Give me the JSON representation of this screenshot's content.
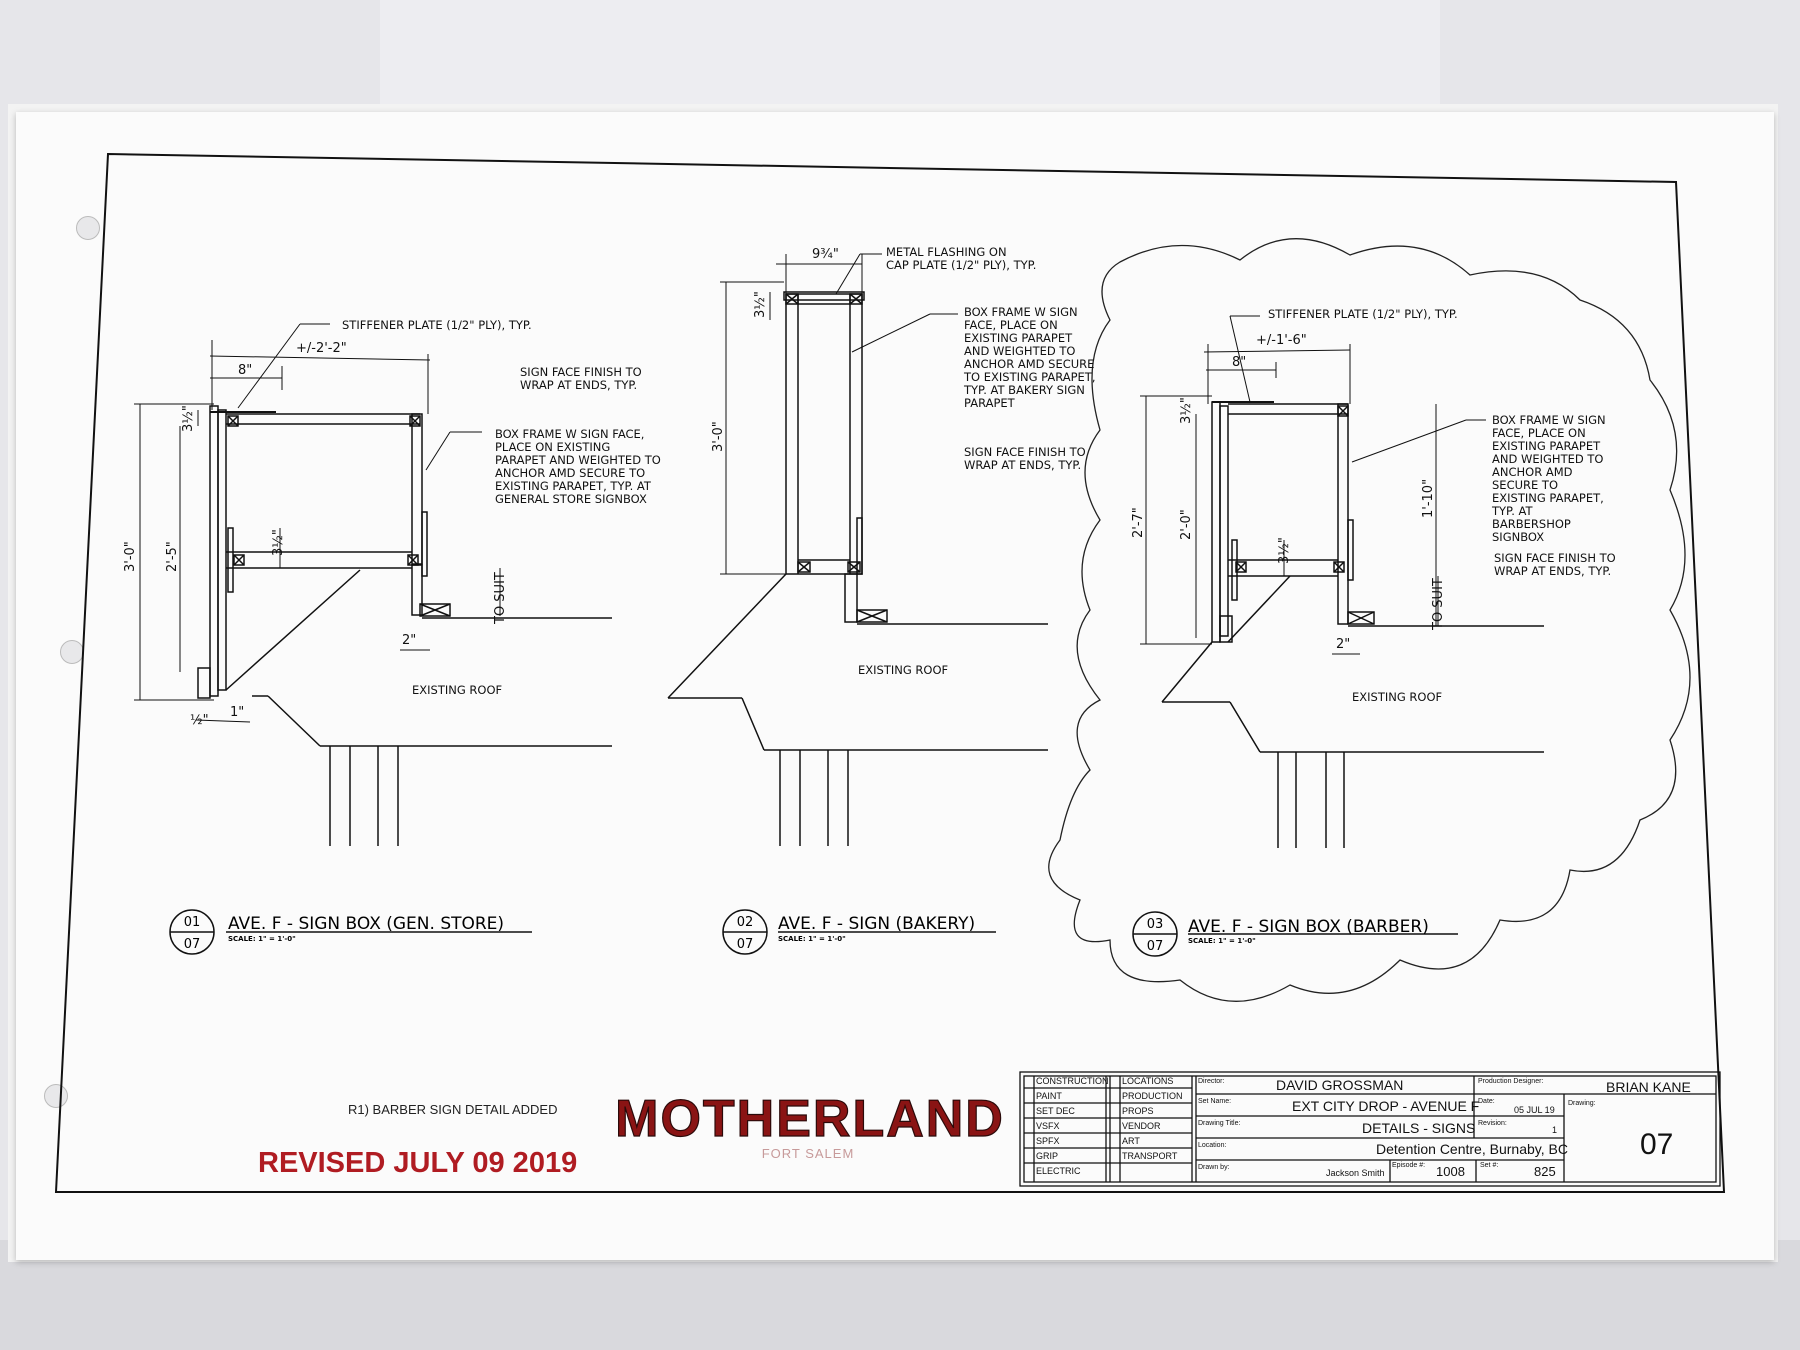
{
  "drawing": {
    "detail1": {
      "stiffener_note": "STIFFENER PLATE (1/2\" PLY), TYP.",
      "overall_width": "+/-2'-2\"",
      "width_8": "8\"",
      "sign_face_note_1": "SIGN FACE FINISH TO",
      "sign_face_note_2": "WRAP AT ENDS, TYP.",
      "box_note": [
        "BOX FRAME W SIGN FACE,",
        "PLACE ON EXISTING",
        "PARAPET AND WEIGHTED TO",
        "ANCHOR AMD SECURE TO",
        "EXISTING PARAPET, TYP. AT",
        "GENERAL STORE SIGNBOX"
      ],
      "dim_3_1_2": "3½\"",
      "dim_3_1_2_b": "3½\"",
      "height_total": "3'-0\"",
      "height_inner": "2'-5\"",
      "to_suit": "TO SUIT",
      "dim_2": "2\"",
      "dim_half": "½\"",
      "dim_1": "1\"",
      "roof": "EXISTING ROOF",
      "tag_num": "01",
      "tag_sheet": "07",
      "title": "AVE. F - SIGN BOX (GEN. STORE)",
      "scale": "SCALE: 1\" = 1'-0\""
    },
    "detail2": {
      "width": "9¾\"",
      "flashing_note_1": "METAL FLASHING ON",
      "flashing_note_2": "CAP PLATE (1/2\" PLY), TYP.",
      "box_note": [
        "BOX FRAME W SIGN",
        "FACE, PLACE ON",
        "EXISTING PARAPET",
        "AND WEIGHTED TO",
        "ANCHOR AMD SECURE",
        "TO EXISTING PARAPET,",
        "TYP. AT BAKERY SIGN",
        "PARAPET"
      ],
      "sign_face_note_1": "SIGN FACE FINISH TO",
      "sign_face_note_2": "WRAP AT ENDS, TYP.",
      "dim_3_1_2": "3½\"",
      "height": "3'-0\"",
      "roof": "EXISTING ROOF",
      "tag_num": "02",
      "tag_sheet": "07",
      "title": "AVE. F - SIGN (BAKERY)",
      "scale": "SCALE: 1\" = 1'-0\""
    },
    "detail3": {
      "stiffener_note": "STIFFENER PLATE (1/2\" PLY), TYP.",
      "overall_width": "+/-1'-6\"",
      "width_8": "8\"",
      "box_note": [
        "BOX FRAME W SIGN",
        "FACE, PLACE ON",
        "EXISTING PARAPET",
        "AND WEIGHTED TO",
        "ANCHOR AMD",
        "SECURE TO",
        "EXISTING PARAPET,",
        "TYP. AT",
        "BARBERSHOP",
        "SIGNBOX"
      ],
      "sign_face_note_1": "SIGN FACE FINISH TO",
      "sign_face_note_2": "WRAP AT ENDS, TYP.",
      "dim_3_1_2": "3½\"",
      "dim_3_1_2_b": "3½\"",
      "height_total": "2'-7\"",
      "height_inner": "2'-0\"",
      "height_right": "1'-10\"",
      "to_suit": "TO SUIT",
      "dim_2": "2\"",
      "roof": "EXISTING ROOF",
      "tag_num": "03",
      "tag_sheet": "07",
      "title": "AVE. F - SIGN BOX (BARBER)",
      "scale": "SCALE: 1\" = 1'-0\""
    }
  },
  "revision": {
    "note": "R1) BARBER SIGN DETAIL ADDED",
    "stamp": "REVISED  JULY 09 2019",
    "stamp_color": "#b01c22"
  },
  "logo": {
    "title": "MOTHERLAND",
    "subtitle": "FORT SALEM",
    "color": "#8a1414"
  },
  "title_block": {
    "departments_left": [
      "CONSTRUCTION",
      "PAINT",
      "SET DEC",
      "VSFX",
      "SPFX",
      "GRIP",
      "ELECTRIC"
    ],
    "departments_right": [
      "LOCATIONS",
      "PRODUCTION",
      "PROPS",
      "VENDOR",
      "ART",
      "TRANSPORT",
      ""
    ],
    "director_label": "Director:",
    "director": "DAVID GROSSMAN",
    "pd_label": "Production Designer:",
    "pd": "BRIAN KANE",
    "set_label": "Set Name:",
    "set_name": "EXT CITY DROP - AVENUE F",
    "date_label": "Date:",
    "date": "05 JUL 19",
    "drawing_label": "Drawing:",
    "drawing_no": "07",
    "title_label": "Drawing Title:",
    "drawing_title": "DETAILS - SIGNS",
    "rev_label": "Revision:",
    "revision": "1",
    "location_label": "Location:",
    "location": "Detention Centre, Burnaby, BC",
    "drawn_label": "Drawn by:",
    "drawn_by": "Jackson Smith",
    "episode_label": "Episode #:",
    "episode": "1008",
    "set_no_label": "Set #:",
    "set_no": "825"
  }
}
